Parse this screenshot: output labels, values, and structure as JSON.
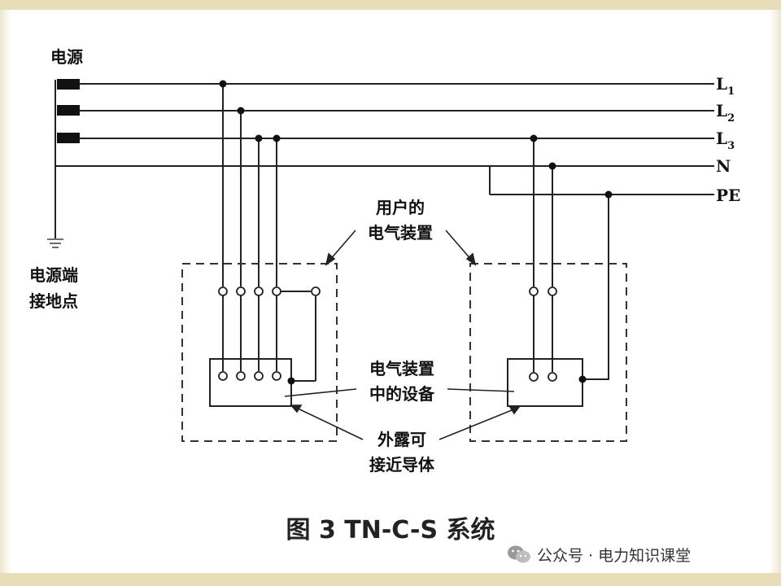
{
  "diagram": {
    "source_label": "电源",
    "ground_label_1": "电源端",
    "ground_label_2": "接地点",
    "lines": [
      {
        "name": "L",
        "sub": "1"
      },
      {
        "name": "L",
        "sub": "2"
      },
      {
        "name": "L",
        "sub": "3"
      },
      {
        "name": "N",
        "sub": ""
      },
      {
        "name": "PE",
        "sub": ""
      }
    ],
    "user_installation_1": "用户的",
    "user_installation_2": "电气装置",
    "equipment_1": "电气装置",
    "equipment_2": "中的设备",
    "exposed_1": "外露可",
    "exposed_2": "接近导体"
  },
  "caption": "图 3 TN-C-S 系统",
  "watermark": {
    "text": "公众号 · 电力知识课堂",
    "icon": "wechat-icon"
  },
  "colors": {
    "band": "#e7ddb8",
    "line": "#222222"
  }
}
